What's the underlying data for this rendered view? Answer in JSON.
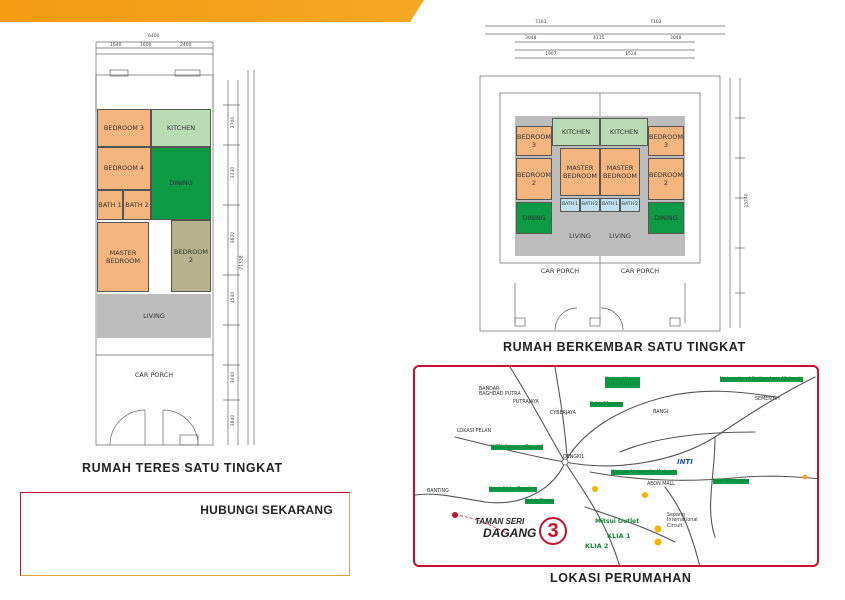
{
  "terrace": {
    "caption": "RUMAH TERES SATU TINGKAT",
    "rooms": {
      "bedroom3": "BEDROOM 3",
      "kitchen": "KITCHEN",
      "bedroom4": "BEDROOM 4",
      "dining": "DINING",
      "bath1": "BATH 1",
      "bath2": "BATH 2",
      "master": "MASTER BEDROOM",
      "bedroom2": "BEDROOM 2",
      "living": "LIVING",
      "carporch": "CAR PORCH"
    },
    "dims": {
      "width": "6400",
      "d1": "1640",
      "d2": "1600",
      "d3": "2400",
      "r1": "2700",
      "r2": "3230",
      "r3": "3620",
      "r4": "1540",
      "r5": "3040",
      "r6": "3840",
      "total": "21338"
    }
  },
  "semid": {
    "caption": "RUMAH BERKEMBAR SATU TINGKAT",
    "rooms": {
      "kitchen": "KITCHEN",
      "bedroom3": "BEDROOM 3",
      "master": "MASTER BEDROOM",
      "bedroom2": "BEDROOM 2",
      "bath1": "BATH 1",
      "bath2": "BATH 2",
      "dining": "DINING",
      "living": "LIVING",
      "carporch": "CAR PORCH"
    },
    "dims": {
      "left": "7163",
      "right": "7163",
      "a": "3048",
      "b": "4115",
      "c": "3048",
      "d": "1907",
      "e": "1524",
      "total": "15240"
    }
  },
  "contact": {
    "title": "HUBUNGI SEKARANG"
  },
  "map": {
    "caption": "LOKASI PERUMAHAN",
    "brand_line1": "TAMAN SERI",
    "brand_line2": "DAGANG",
    "brand_number": "3",
    "labels": {
      "bandar": "BANDAR\nBAGHDAD PUTRA",
      "putrajaya": "PUTRAJAYA",
      "cyberjaya": "CYBERJAYA",
      "upm": "Universiti\nPutra Malaysia",
      "pusat": "Putra Mosque",
      "unm": "University of Nottingham Malaysia",
      "semenyih": "SEMENYIH",
      "bangi": "BANGI",
      "pelan": "LOKASI PELAN",
      "uitm": "UiTM Kampus Dengkil",
      "dengkil": "DENGKIL",
      "xmu": "Xiamen University Malaysia",
      "ioi": "AEON MALL",
      "nilai": "Nilai University",
      "banting": "BANTING",
      "kanji": "Kanji Aloha Beading",
      "salak": "Salak Tinggi",
      "sepang": "Sepang\nInternational\nCircuit",
      "mitsui": "Mitsui Outlet",
      "klia1": "KLIA 1",
      "klia2": "KLIA 2",
      "inti": "INTI"
    }
  }
}
